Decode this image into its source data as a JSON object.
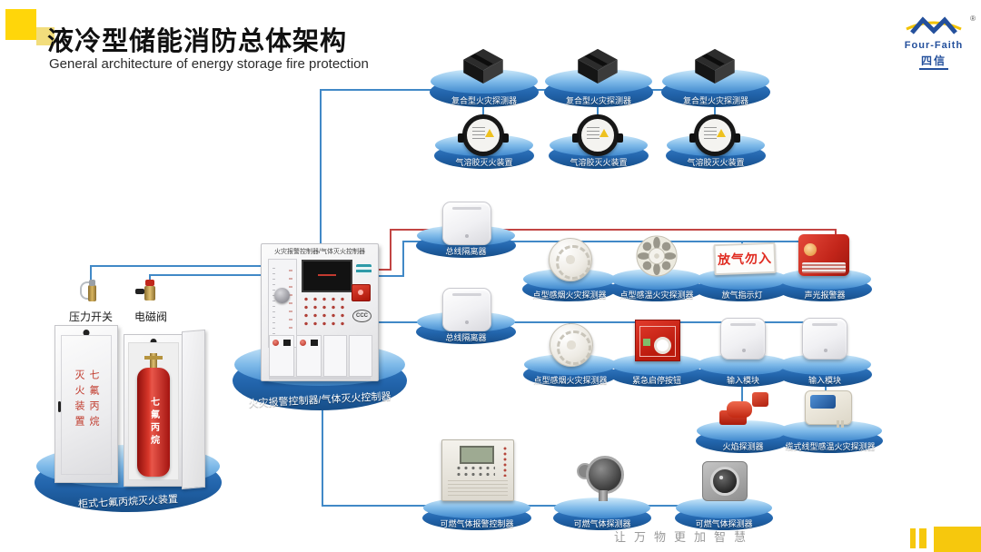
{
  "header": {
    "title": "液冷型储能消防总体架构",
    "subtitle": "General architecture of energy storage fire protection"
  },
  "logo": {
    "brand": "Four-Faith",
    "registered": "®",
    "cn": "四信"
  },
  "footer": {
    "slogan": "让万物更加智慧"
  },
  "colors": {
    "accent_yellow": "#f6c80d",
    "platform_blue_light": "#7fbae9",
    "platform_blue_dark": "#174e88",
    "line_blue": "#4189c7",
    "line_red": "#c24543",
    "alarm_red": "#c2251a"
  },
  "nodes": {
    "composite_detectors": [
      "复合型火灾探测器",
      "复合型火灾探测器",
      "复合型火灾探测器"
    ],
    "aerosol_units": [
      "气溶胶灭火装置",
      "气溶胶灭火装置",
      "气溶胶灭火装置"
    ],
    "bus_isolators": [
      "总线隔离器",
      "总线隔离器"
    ],
    "main_controller": {
      "panel_title": "火灾报警控制器/气体灭火控制器",
      "platform_label": "火灾报警控制器/气体灭火控制器",
      "cert_mark": "CCC"
    },
    "pressure_switch": "压力开关",
    "solenoid_valve": "电磁阀",
    "cabinet": {
      "platform_label": "柜式七氟丙烷灭火装置",
      "door_text": "七氟丙烷灭火装置",
      "cylinder_text": "七氟丙烷"
    },
    "row1": [
      "点型感烟火灾探测器",
      "点型感温火灾探测器",
      "放气指示灯",
      "声光报警器"
    ],
    "gas_sign_text": "放气勿入",
    "row2": [
      "点型感烟火灾探测器",
      "紧急启停按钮",
      "输入模块",
      "输入模块"
    ],
    "row3": [
      "火焰探测器",
      "缆式线型感温火灾探测器"
    ],
    "bottom": [
      "可燃气体报警控制器",
      "可燃气体探测器",
      "可燃气体探测器"
    ]
  }
}
